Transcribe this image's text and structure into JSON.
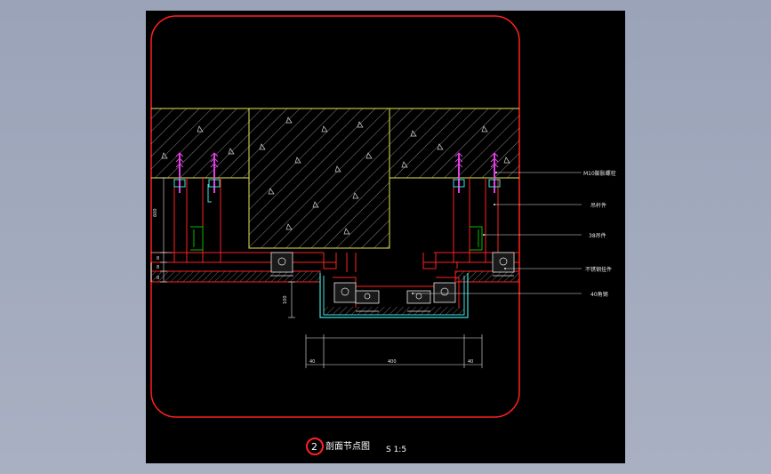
{
  "drawing": {
    "callouts": [
      "M10膨胀螺栓",
      "吊杆件",
      "38吊件",
      "不锈钢挂件",
      "40角钢"
    ],
    "dims_left": [
      "600",
      "8",
      "8",
      "8"
    ],
    "dims_center_left": "100",
    "dims_bottom": [
      "40",
      "400",
      "40"
    ],
    "title_number": "2",
    "title_text": "剖面节点图",
    "scale_text": "S 1:5"
  },
  "colors": {
    "background": "#000000",
    "frame": "#ff2020",
    "concrete_border": "#e8e850",
    "hatch": "#c0c0c0",
    "bolt": "#e040e0",
    "metal": "#40e0e0",
    "trim": "#00c000"
  }
}
